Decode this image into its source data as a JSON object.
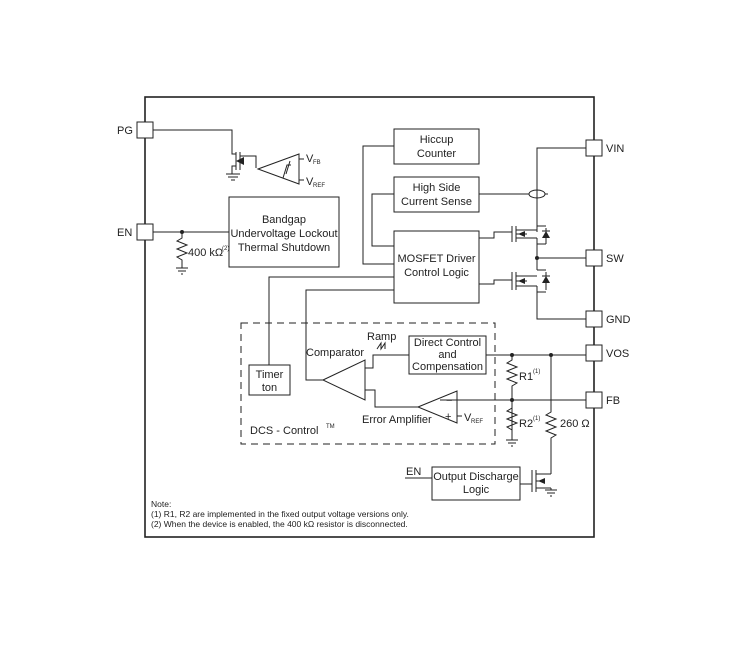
{
  "pins": {
    "pg": "PG",
    "en": "EN",
    "vin": "VIN",
    "sw": "SW",
    "gnd": "GND",
    "vos": "VOS",
    "fb": "FB"
  },
  "blocks": {
    "hiccup_counter": [
      "Hiccup",
      "Counter"
    ],
    "high_side_current_sense": [
      "High Side",
      "Current Sense"
    ],
    "bandgap": [
      "Bandgap",
      "Undervoltage Lockout",
      "Thermal Shutdown"
    ],
    "mosfet_driver": [
      "MOSFET Driver",
      "Control Logic"
    ],
    "direct_control": [
      "Direct Control",
      "and",
      "Compensation"
    ],
    "timer": [
      "Timer",
      "ton"
    ],
    "output_discharge": [
      "Output Discharge",
      "Logic"
    ]
  },
  "labels": {
    "comparator": "Comparator",
    "ramp": "Ramp",
    "error_amplifier": "Error Amplifier",
    "dcs_control": "DCS - Control",
    "dcs_tm": "TM",
    "r400": "400 kΩ",
    "r400_sup": "(2)",
    "r1": "R1",
    "r1_sup": "(1)",
    "r2": "R2",
    "r2_sup": "(1)",
    "r260": "260 Ω",
    "en_discharge": "EN",
    "vfb_v": "V",
    "vfb_sub": "FB",
    "vref_v": "V",
    "vref_sub": "REF",
    "vref_ea_v": "V",
    "vref_ea_sub": "REF",
    "minus": "−",
    "plus": "+"
  },
  "notes": [
    "Note:",
    "(1)  R1, R2 are implemented in the fixed output voltage versions only.",
    "(2) When the device is enabled, the 400 kΩ resistor is disconnected."
  ]
}
